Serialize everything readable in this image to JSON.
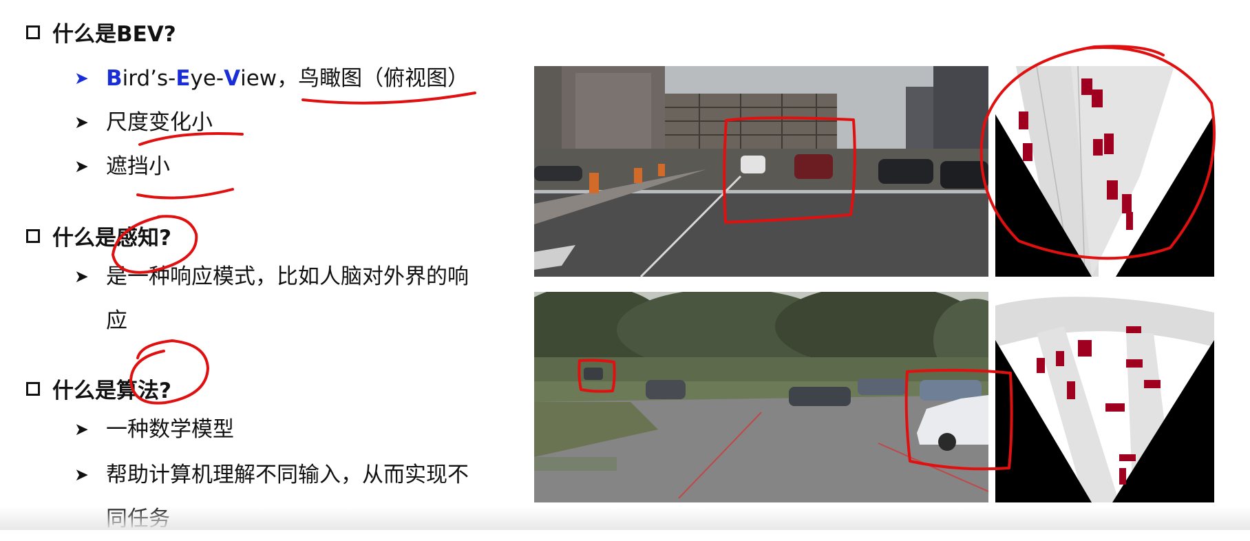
{
  "sections": [
    {
      "heading": "什么是BEV?",
      "bullets": [
        {
          "parts": {
            "b1": "B",
            "t1": "ird’s-",
            "b2": "E",
            "t2": "ye-",
            "b3": "V",
            "t3": "iew，鸟瞰图（俯视图）"
          }
        },
        {
          "text": "尺度变化小"
        },
        {
          "text": "遮挡小"
        }
      ]
    },
    {
      "heading": "什么是感知?",
      "bullets": [
        {
          "text": "是一种响应模式，比如人脑对外界的响应"
        }
      ]
    },
    {
      "heading": "什么是算法?",
      "bullets": [
        {
          "text": "一种数学模型"
        },
        {
          "text": "帮助计算机理解不同输入，从而实现不同任务"
        }
      ]
    }
  ],
  "icons": {
    "section_marker": "square-bullet-icon",
    "bullet_marker": "arrow-bullet-icon"
  },
  "colors": {
    "annotation": "#e01010",
    "bev_vehicle": "#a00020",
    "highlight_letter": "#1a2ed8"
  }
}
